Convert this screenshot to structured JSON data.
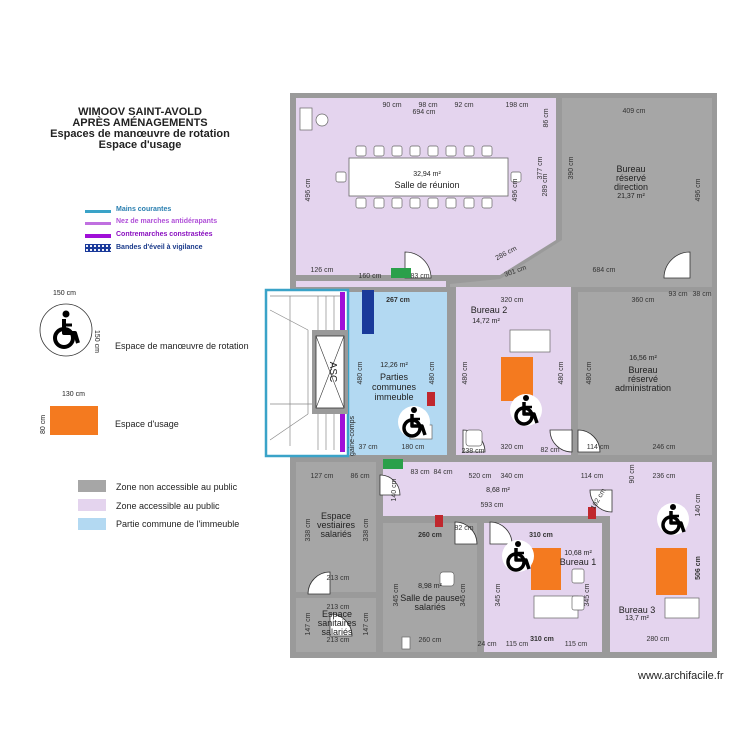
{
  "title": {
    "line1": "WIMOOV SAINT-AVOLD",
    "line2": "APRÈS AMÉNAGEMENTS",
    "line3": "Espaces de manœuvre de rotation",
    "line4": "Espace d'usage"
  },
  "legend_top": {
    "mains": "Mains courantes",
    "nez": "Nez de marches antidérapants",
    "contre": "Contremarches constrastées",
    "bandes": "Bandes d'éveil à vigilance"
  },
  "legend_left": {
    "rotation_w": "150 cm",
    "rotation_h": "150 cm",
    "rotation_label": "Espace de manœuvre de rotation",
    "usage_w": "130 cm",
    "usage_h": "80 cm",
    "usage_label": "Espace d'usage"
  },
  "legend_zones": {
    "non_access": "Zone non accessible au public",
    "access": "Zone accessible au public",
    "commune": "Partie commune de l'immeuble"
  },
  "colors": {
    "accessible": "#e4d4ee",
    "non_accessible": "#a6a6a6",
    "commune": "#b3d9f2",
    "usage": "#f47a1f",
    "mains": "#3aa3c8",
    "nez": "#c070e0",
    "contre": "#a010d8",
    "wall": "#9a9a9a"
  },
  "rooms": {
    "reunion_area": "32,94 m²",
    "reunion": "Salle de réunion",
    "direction_1": "Bureau",
    "direction_2": "réservé",
    "direction_3": "direction",
    "direction_area": "21,37 m²",
    "bureau2": "Bureau 2",
    "bureau2_area": "14,72 m²",
    "commune_area": "12,26 m²",
    "commune_1": "Parties",
    "commune_2": "communes",
    "commune_3": "immeuble",
    "admin_area": "16,56 m²",
    "admin_1": "Bureau",
    "admin_2": "réservé",
    "admin_3": "administration",
    "couloir_area": "8,68 m²",
    "vest_1": "Espace",
    "vest_2": "vestiaires",
    "vest_3": "salariés",
    "pause_area": "8,98 m²",
    "pause_1": "Salle de pause",
    "pause_2": "salariés",
    "bureau1_area": "10,68 m²",
    "bureau1": "Bureau 1",
    "bureau3": "Bureau 3",
    "bureau3_area": "13,7 m²",
    "sani_1": "Espace",
    "sani_2": "sanitaires",
    "sani_3": "salariés",
    "asc": "ASC",
    "gaine": "gaine-comps"
  },
  "dims": {
    "d1": "90 cm",
    "d2": "98 cm",
    "d3": "92 cm",
    "d4": "198 cm",
    "d5": "694 cm",
    "d6": "409 cm",
    "d7": "86 cm",
    "d8": "377 cm",
    "d9": "289 cm",
    "d10": "390 cm",
    "d11": "496 cm",
    "d12": "496 cm",
    "d13": "496 cm",
    "d14": "286 cm",
    "d15": "301 cm",
    "d16": "684 cm",
    "d17": "126 cm",
    "d18": "160 cm",
    "d19": "83 cm",
    "d20": "267 cm",
    "d21": "320 cm",
    "d22": "360 cm",
    "d23": "93 cm",
    "d24": "38 cm",
    "d25": "480 cm",
    "d26": "480 cm",
    "d27": "480 cm",
    "d28": "480 cm",
    "d29": "480 cm",
    "d30": "320 cm",
    "d31": "82 cm",
    "d32": "114 cm",
    "d33": "246 cm",
    "d34": "37 cm",
    "d35": "180 cm",
    "d36": "238 cm",
    "d37": "127 cm",
    "d38": "86 cm",
    "d39": "83 cm",
    "d40": "84 cm",
    "d41": "520 cm",
    "d42": "340 cm",
    "d43": "114 cm",
    "d44": "236 cm",
    "d45": "593 cm",
    "d46": "140 cm",
    "d47": "338 cm",
    "d48": "338 cm",
    "d49": "213 cm",
    "d50": "260 cm",
    "d51": "82 cm",
    "d52": "310 cm",
    "d53": "345 cm",
    "d54": "345 cm",
    "d55": "345 cm",
    "d56": "345 cm",
    "d57": "213 cm",
    "d58": "147 cm",
    "d59": "147 cm",
    "d60": "213 cm",
    "d61": "260 cm",
    "d62": "24 cm",
    "d63": "115 cm",
    "d64": "115 cm",
    "d65": "310 cm",
    "d66": "280 cm",
    "d67": "506 cm",
    "d68": "140 cm",
    "d69": "102 cm",
    "d70": "90 cm"
  },
  "watermark": "www.archifacile.fr"
}
